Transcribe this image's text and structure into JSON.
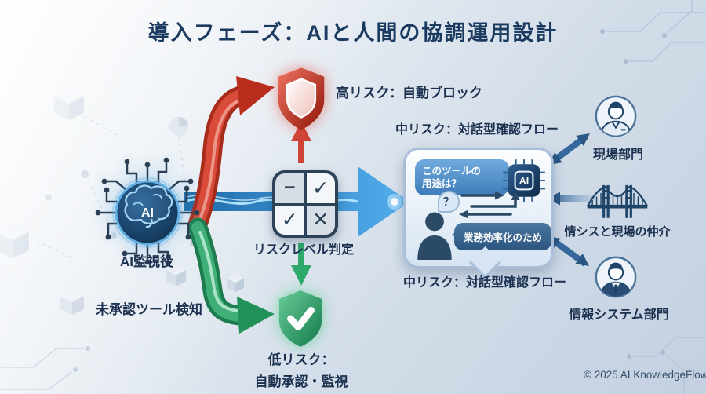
{
  "title": "導入フェーズ：AIと人間の協調運用設計",
  "ai_monitor": {
    "chip_text": "AI",
    "name": "AI監視役",
    "caption": "未承認ツール検知"
  },
  "risk_branches": {
    "high": {
      "label": "高リスク：自動ブロック"
    },
    "medium_top": {
      "label": "中リスク：対話型確認フロー"
    },
    "medium_bottom": {
      "label": "中リスク：対話型確認フロー"
    },
    "low": {
      "label_line1": "低リスク：",
      "label_line2": "自動承認・監視"
    },
    "judge": {
      "label": "リスクレベル判定",
      "cells": {
        "tl": "−",
        "tr": "✓",
        "bl": "✓",
        "br": "✕"
      }
    }
  },
  "dialog": {
    "question_line1": "このツールの",
    "question_line2": "用途は？",
    "question_mark": "？",
    "ai_chip": "AI",
    "answer": "業務効率化のため"
  },
  "stakeholders": {
    "field": {
      "label": "現場部門"
    },
    "bridge": {
      "label": "情シスと現場の仲介"
    },
    "it": {
      "label": "情報システム部門"
    }
  },
  "icons": {
    "left": "ai-brain-circuit-icon",
    "high": "red-shield-icon",
    "judge": "risk-matrix-icon",
    "low": "green-shield-check-icon",
    "dialog_ai": "ai-chip-icon",
    "dialog_user": "person-silhouette-icon",
    "field": "person-avatar-icon",
    "bridge": "bridge-icon",
    "it": "businessman-avatar-icon"
  },
  "footer": {
    "copyright": "© 2025 AI KnowledgeFlow"
  },
  "colors": {
    "high_risk_red": "#b92d1d",
    "low_risk_green": "#1f9159",
    "flow_blue": "#2e86c1",
    "navy_text": "#1c3150",
    "background": "#d3dde9"
  }
}
